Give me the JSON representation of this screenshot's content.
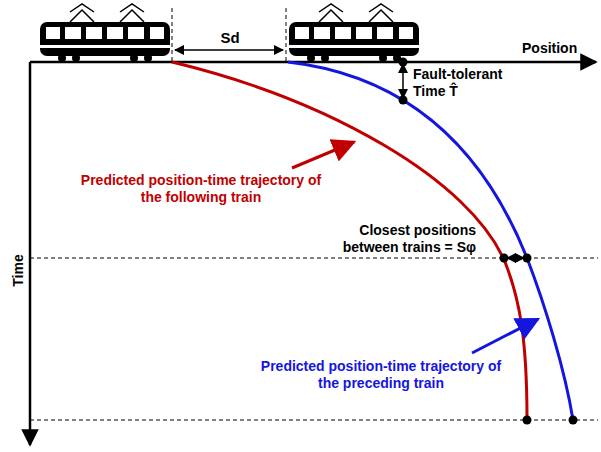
{
  "diagram": {
    "labels": [
      "Sd",
      "Position",
      "Fault-tolerant Time T̂",
      "Predicted position-time trajectory of the following train",
      "Closest positions between trains = Sφ",
      "Time",
      "Predicted position-time trajectory of the preceding train"
    ]
  }
}
